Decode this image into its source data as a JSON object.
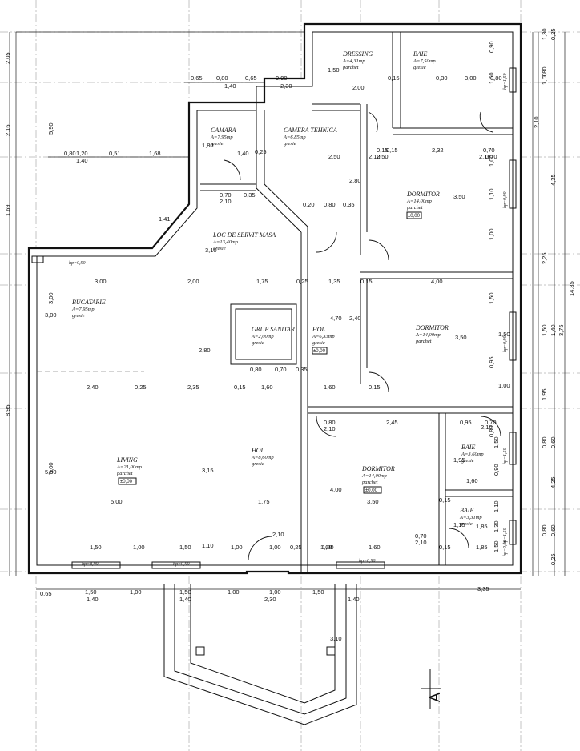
{
  "rooms": [
    {
      "id": "dressing",
      "name": "DRESSING",
      "area": "A=4,31mp",
      "finish": "parchet"
    },
    {
      "id": "baie1",
      "name": "BAIE",
      "area": "A=7,50mp",
      "finish": "gresie"
    },
    {
      "id": "camara",
      "name": "CAMARA",
      "area": "A=7,95mp",
      "finish": "gresie"
    },
    {
      "id": "camera_tehnica",
      "name": "CAMERA TEHNICA",
      "area": "A=6,85mp",
      "finish": "gresie"
    },
    {
      "id": "dormitor1",
      "name": "DORMITOR",
      "area": "A=14,00mp",
      "finish": "parchet",
      "code": "±0,00"
    },
    {
      "id": "loc_servit",
      "name": "LOC DE SERVIT MASA",
      "area": "A=13,40mp",
      "finish": "gresie"
    },
    {
      "id": "bucatarie",
      "name": "BUCATARIE",
      "area": "A=7,95mp",
      "finish": "gresie"
    },
    {
      "id": "grup_sanitar",
      "name": "GRUP SANITAR",
      "area": "A=2,00mp",
      "finish": "gresie"
    },
    {
      "id": "hol1",
      "name": "HOL",
      "area": "A=6,33mp",
      "finish": "gresie",
      "code": "±0,00"
    },
    {
      "id": "dormitor2",
      "name": "DORMITOR",
      "area": "A=14,00mp",
      "finish": "parchet"
    },
    {
      "id": "living",
      "name": "LIVING",
      "area": "A=21,00mp",
      "finish": "parchet",
      "code": "±0,00"
    },
    {
      "id": "hol2",
      "name": "HOL",
      "area": "A=8,60mp",
      "finish": "gresie"
    },
    {
      "id": "dormitor3",
      "name": "DORMITOR",
      "area": "A=14,00mp",
      "finish": "parchet",
      "code": "±0,00"
    },
    {
      "id": "baie2",
      "name": "BAIE",
      "area": "A=3,60mp",
      "finish": "gresie"
    },
    {
      "id": "baie3",
      "name": "BAIE",
      "area": "A=3,31mp",
      "finish": "gresie"
    }
  ],
  "window_labels": [
    "hp=0,90",
    "hp=0,90",
    "hp=0,90",
    "hp=0,90",
    "hp=0,90",
    "hp=1,50",
    "hp=0,90",
    "hp=0,90",
    "hp=1,50",
    "hp=1,50"
  ],
  "section_mark": "A",
  "dims_top": [
    "0,65",
    "0,80",
    "0,65",
    "0,90",
    "1,40",
    "2,30",
    "2,00",
    "0,15",
    "2,50",
    "3,00",
    "0,80",
    "0,30",
    "1,50",
    "0,15",
    "2,50",
    "0,15",
    "2,32",
    "0,70",
    "2,10",
    "0,70",
    "2,10",
    "1,80",
    "1,40",
    "1,20",
    "0,80",
    "0,51",
    "1,68",
    "1,40",
    "0,25",
    "2,10",
    "0,70",
    "0,35",
    "0,20",
    "0,80",
    "0,35",
    "2,80",
    "3,50",
    "3,10",
    "1,41"
  ],
  "dims_mid": [
    "3,00",
    "2,00",
    "1,75",
    "0,25",
    "1,35",
    "0,15",
    "4,00",
    "3,00",
    "4,70",
    "2,40",
    "2,80",
    "1,50",
    "3,50",
    "0,80",
    "0,70",
    "0,35",
    "2,40",
    "0,25",
    "2,35",
    "0,15",
    "1,60",
    "1,60",
    "0,15",
    "1,00"
  ],
  "dims_low": [
    "2,45",
    "0,95",
    "0,70",
    "2,10",
    "0,80",
    "2,10",
    "5,00",
    "3,15",
    "4,00",
    "1,95",
    "1,60",
    "5,00",
    "1,75",
    "0,15",
    "3,50",
    "1,15",
    "1,85",
    "1,10",
    "2,10",
    "1,00",
    "0,70",
    "2,10",
    "1,50",
    "1,00",
    "1,50",
    "1,00",
    "1,00",
    "0,25",
    "1,00",
    "1,60",
    "0,15",
    "1,85"
  ],
  "dims_bottom": [
    "0,65",
    "1,50",
    "1,00",
    "1,50",
    "1,00",
    "1,00",
    "1,50",
    "1,40",
    "1,40",
    "2,30",
    "1,40",
    "3,35",
    "3,10"
  ],
  "dims_left": [
    "2,05",
    "2,16",
    "1,69",
    "5,90",
    "3,00",
    "8,95",
    "5,00"
  ],
  "dims_right": [
    "0,25",
    "1,30",
    "0,80",
    "1,10",
    "2,10",
    "4,35",
    "2,25",
    "1,50",
    "1,40",
    "3,75",
    "14,85",
    "1,95",
    "0,80",
    "0,60",
    "4,25",
    "0,80",
    "0,60",
    "0,25",
    "0,90",
    "1,50",
    "1,00",
    "1,10",
    "1,00",
    "1,50",
    "0,95",
    "0,80",
    "1,50",
    "0,90",
    "1,10",
    "1,30",
    "1,50"
  ]
}
